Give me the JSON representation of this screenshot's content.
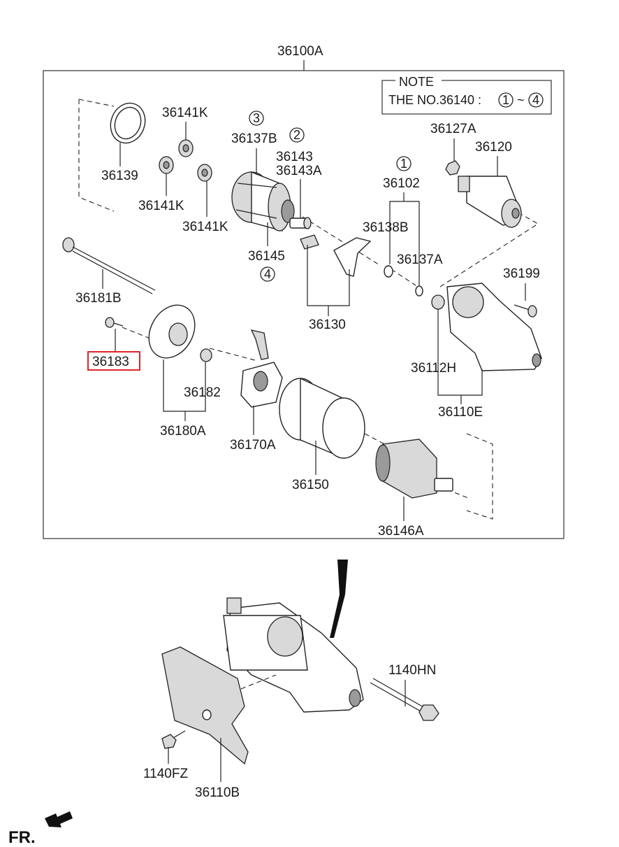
{
  "assembly_label": "36100A",
  "note": {
    "title": "NOTE",
    "text": "THE NO.36140 :",
    "range_start": "1",
    "tilde": "~",
    "range_end": "4"
  },
  "labels": {
    "p36141k_top": "36141K",
    "p36139": "36139",
    "p36141k_left": "36141K",
    "p36141k_right": "36141K",
    "p36137b": "36137B",
    "circle_3": "3",
    "circle_2": "2",
    "p36143": "36143",
    "p36143a": "36143A",
    "p36145": "36145",
    "circle_4": "4",
    "circle_1": "1",
    "p36102": "36102",
    "p36138b": "36138B",
    "p36137a": "36137A",
    "p36130": "36130",
    "p36127a": "36127A",
    "p36120": "36120",
    "p36199": "36199",
    "p36112h": "36112H",
    "p36110e": "36110E",
    "p36181b": "36181B",
    "p36183": "36183",
    "p36182": "36182",
    "p36180a": "36180A",
    "p36170a": "36170A",
    "p36150": "36150",
    "p36146a": "36146A",
    "p1140hn": "1140HN",
    "p1140fz": "1140FZ",
    "p36110b": "36110B",
    "fr": "FR."
  },
  "highlight": {
    "color": "#e0242a",
    "target": "36183"
  }
}
